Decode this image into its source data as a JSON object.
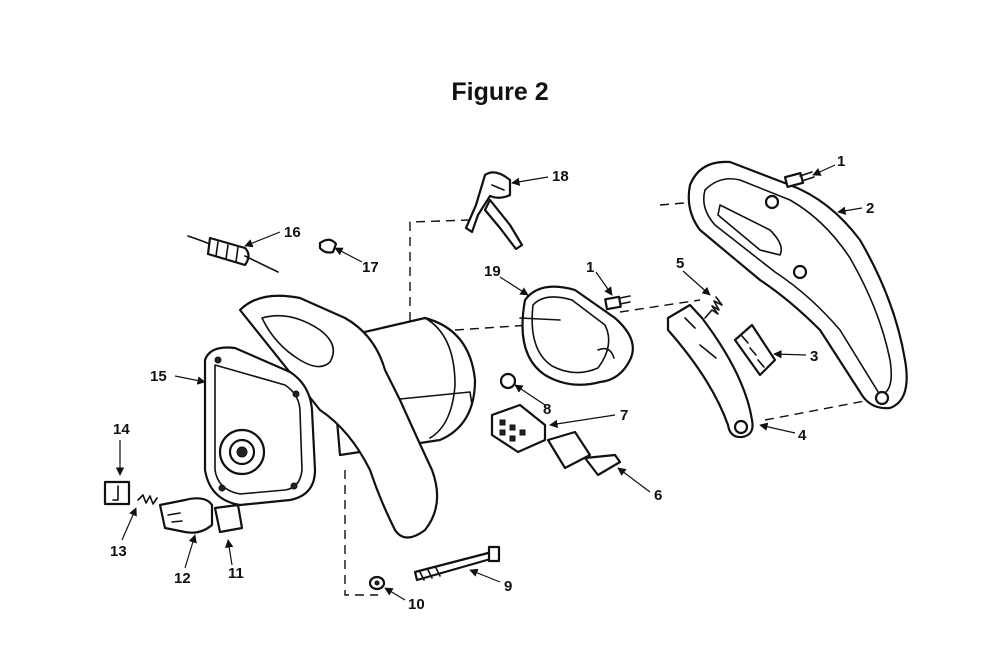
{
  "figure": {
    "title": "Figure 2"
  },
  "callouts": [
    "1",
    "2",
    "3",
    "4",
    "5",
    "6",
    "7",
    "8",
    "9",
    "10",
    "11",
    "12",
    "13",
    "14",
    "15",
    "16",
    "17",
    "18",
    "19"
  ]
}
